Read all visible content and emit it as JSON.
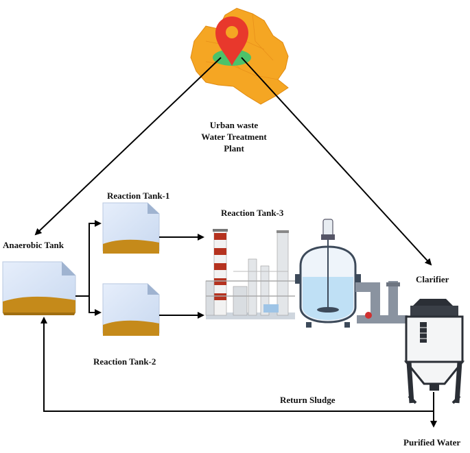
{
  "plant": {
    "line1": "Urban waste",
    "line2": "Water Treatment",
    "line3": "Plant"
  },
  "labels": {
    "anaerobic": "Anaerobic Tank",
    "tank1": "Reaction Tank-1",
    "tank2": "Reaction Tank-2",
    "tank3": "Reaction Tank-3",
    "clarifier": "Clarifier",
    "return_sludge": "Return Sludge",
    "purified": "Purified Water"
  },
  "colors": {
    "map": "#f5a623",
    "pin": "#e8382c",
    "pin_base": "#4cc26a",
    "tank_face": "#dbe7f7",
    "sludge": "#c58a1a",
    "arrow": "#000000"
  }
}
